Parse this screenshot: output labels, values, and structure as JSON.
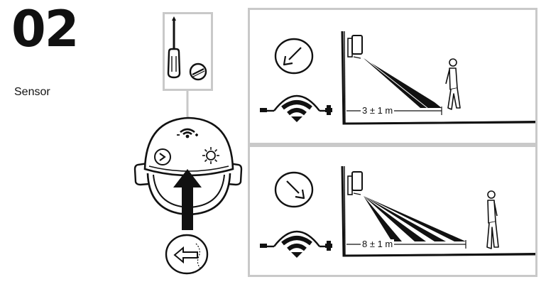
{
  "step": {
    "number": "02",
    "label": "Sensor"
  },
  "panels": [
    {
      "name": "narrow-range",
      "distance_label": "3 ± 1 m",
      "sensitivity": "minimum"
    },
    {
      "name": "wide-range",
      "distance_label": "8 ± 1 m",
      "sensitivity": "maximum"
    }
  ],
  "icons": {
    "tool": "screwdriver-icon",
    "screw": "screw-icon",
    "rotate_left": "rotate-counterclockwise-icon",
    "rotate_right": "rotate-clockwise-icon",
    "insert": "arrow-left-icon",
    "wifi": "sensitivity-icon",
    "sun": "sun-icon",
    "timer": "timer-icon"
  },
  "colors": {
    "ink": "#111111",
    "frame": "#c9c9c9"
  }
}
